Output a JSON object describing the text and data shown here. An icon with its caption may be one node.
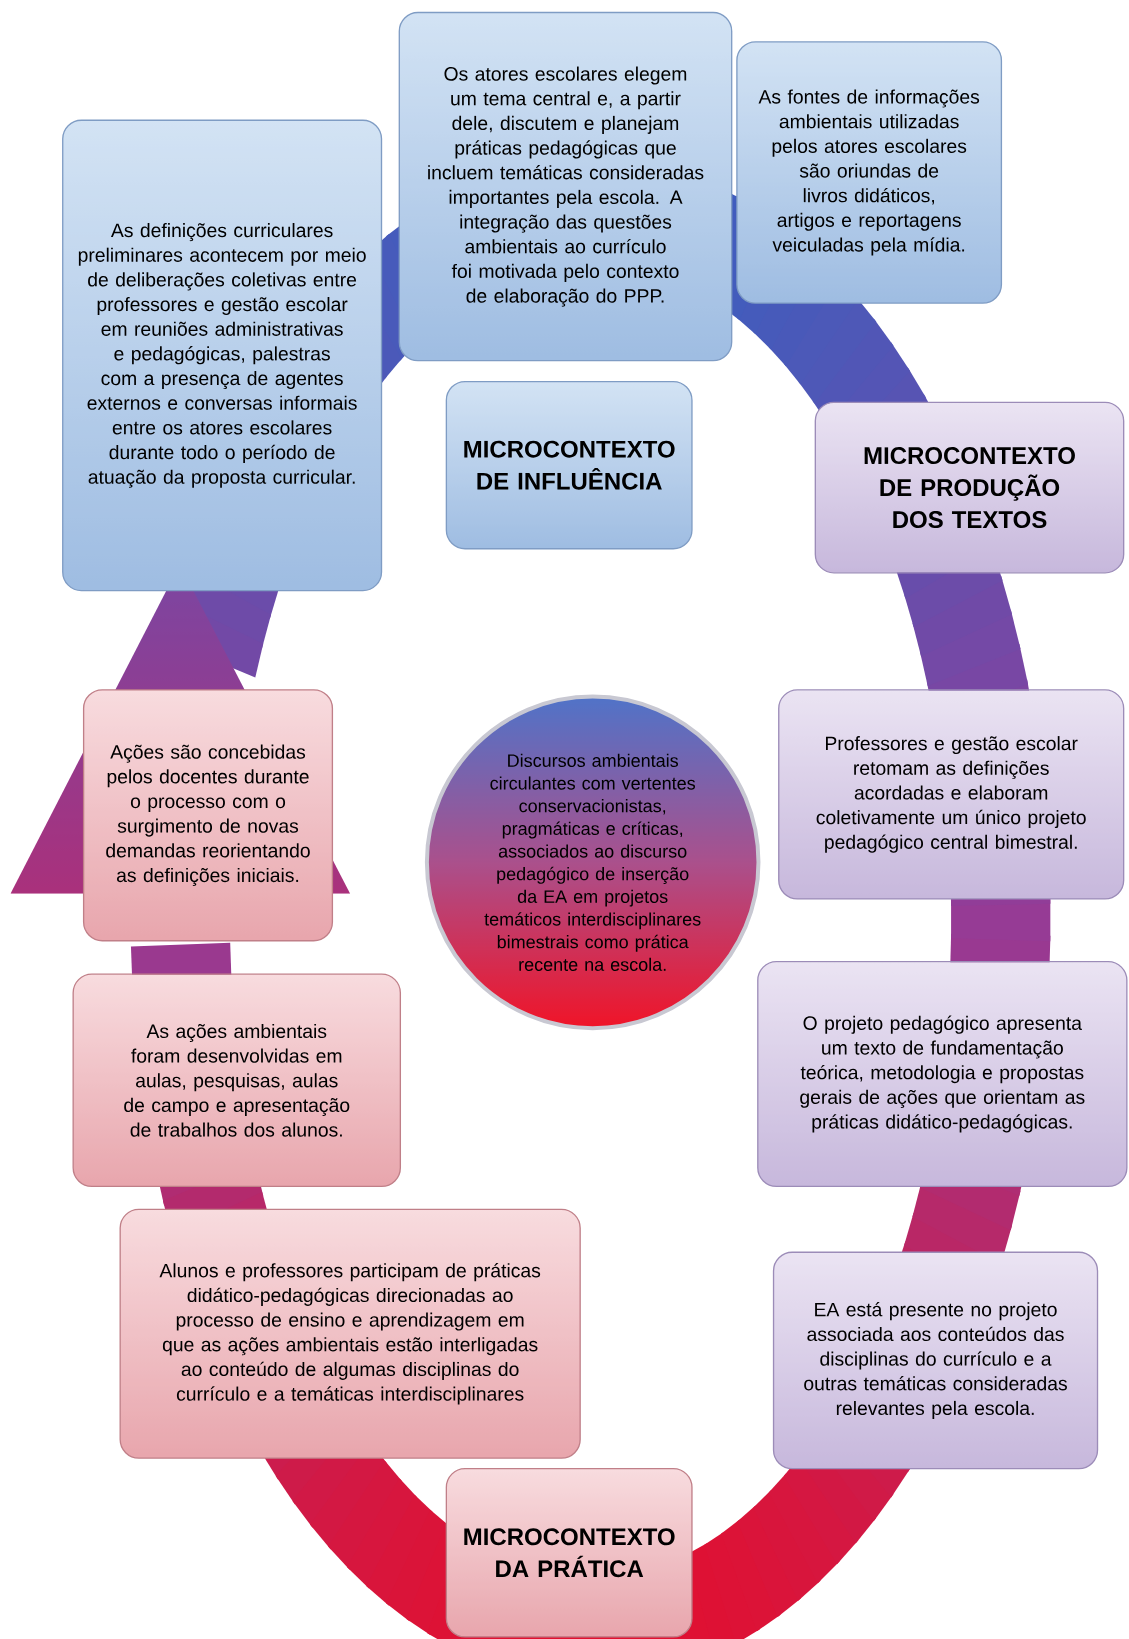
{
  "diagram": {
    "nodes": [
      {
        "text": [
          "As definições curriculares preliminares acontecem por meio de deliberações coletivas entre professores e gestão escolar em reuniões administrativas e pedagógicas, palestras com a presença de agentes externos e conversas informais entre os atores escolares durante todo o período de atuação da proposta curricular."
        ]
      },
      {
        "text": [
          "Os atores escolares elegem um tema central e, a partir dele, discutem e planejam práticas pedagógicas que incluem temáticas consideradas importantes pela escola. A integração das questões ambientais ao currículo foi motivada pelo contexto de elaboração do PPP."
        ]
      },
      {
        "text": [
          "As fontes de informações ambientais utilizadas pelos atores escolares são oriundas de livros didáticos, artigos e reportagens veiculadas pela mídia."
        ]
      },
      {
        "text": [
          "MICROCONTEXTO DE INFLUÊNCIA"
        ]
      },
      {
        "text": [
          "MICROCONTEXTO DE PRODUÇÃO DOS TEXTOS"
        ]
      },
      {
        "text": [
          "Discursos ambientais circulantes com vertentes conservacionistas, pragmáticas e críticas, associados ao discurso pedagógico de inserção da EA em projetos temáticos interdisciplinares bimestrais como prática recente na escola."
        ]
      },
      {
        "text": [
          "Ações são concebidas pelos docentes durante o processo com o surgimento de novas demandas reorientando as definições iniciais."
        ]
      },
      {
        "text": [
          "Professores e gestão escolar retomam as definições acordadas e elaboram coletivamente um único projeto pedagógico central bimestral."
        ]
      },
      {
        "text": [
          "As ações ambientais foram desenvolvidas em aulas, pesquisas, aulas de campo e apresentação de trabalhos dos alunos."
        ]
      },
      {
        "text": [
          "O projeto pedagógico apresenta um texto de fundamentação teórica, metodologia e propostas gerais de ações que orientam as práticas didático-pedagógicas."
        ]
      },
      {
        "text": [
          "Alunos e professores participam de práticas didático-pedagógicas direcionadas ao processo de ensino e aprendizagem em que as ações ambientais estão interligadas ao conteúdo de algumas disciplinas do currículo e a temáticas interdisciplinares"
        ]
      },
      {
        "text": [
          "EA está presente no projeto associada aos conteúdos das disciplinas do currículo e a outras temáticas consideradas relevantes pela escola."
        ]
      },
      {
        "text": [
          "MICROCONTEXTO DA PRÁTICA"
        ]
      }
    ]
  }
}
